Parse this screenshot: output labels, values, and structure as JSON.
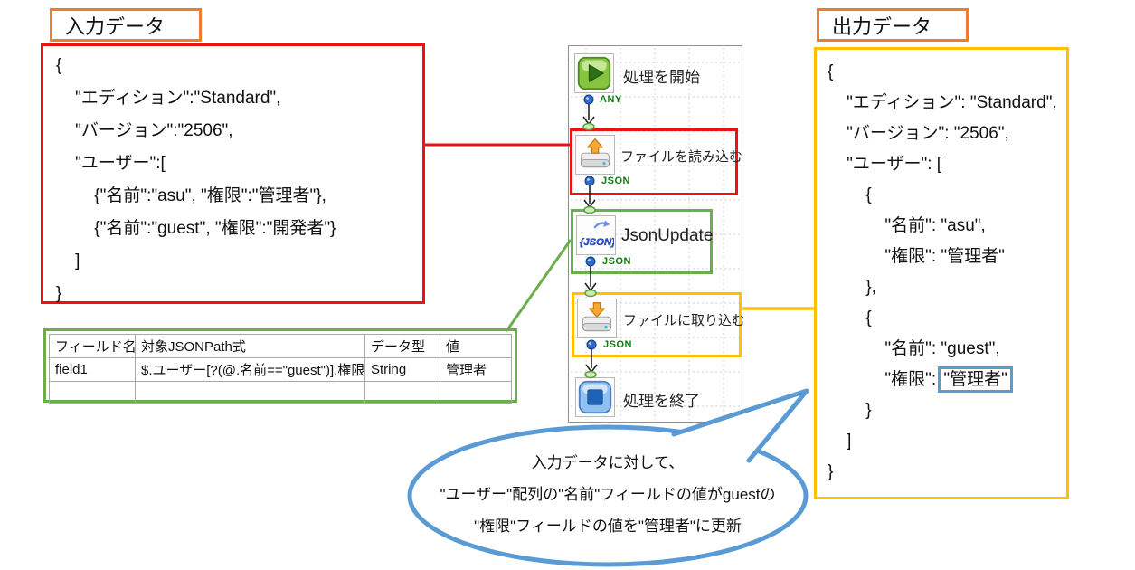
{
  "colors": {
    "red": "#ee1111",
    "green": "#6aaf4b",
    "yellow": "#ffc000",
    "orange": "#ed7d31",
    "blue": "#5b9bd5",
    "port_label_green": "#117a11"
  },
  "input_panel": {
    "label": "入力データ",
    "lines": [
      "{",
      "    \"エディション\":\"Standard\",",
      "    \"バージョン\":\"2506\",",
      "    \"ユーザー\":[",
      "        {\"名前\":\"asu\", \"権限\":\"管理者\"},",
      "        {\"名前\":\"guest\", \"権限\":\"開発者\"}",
      "    ]",
      "}"
    ]
  },
  "jsonpath_table": {
    "headers": [
      "フィールド名",
      "対象JSONPath式",
      "データ型",
      "値"
    ],
    "rows": [
      [
        "field1",
        "$.ユーザー[?(@.名前==\"guest\")].権限",
        "String",
        "管理者"
      ],
      [
        "",
        "",
        "",
        ""
      ]
    ]
  },
  "flow": {
    "nodes": [
      {
        "label": "処理を開始",
        "port": "ANY"
      },
      {
        "label": "ファイルを読み込む",
        "port": "JSON"
      },
      {
        "label": "JsonUpdate",
        "port": "JSON"
      },
      {
        "label": "ファイルに取り込む",
        "port": "JSON"
      },
      {
        "label": "処理を終了"
      }
    ],
    "json_icon_text": "{JSON}"
  },
  "output_panel": {
    "label": "出力データ",
    "lines_top": [
      "{",
      "    \"エディション\": \"Standard\",",
      "    \"バージョン\": \"2506\",",
      "    \"ユーザー\": [",
      "        {",
      "            \"名前\": \"asu\",",
      "            \"権限\": \"管理者\"",
      "        },",
      "        {",
      "            \"名前\": \"guest\","
    ],
    "highlight_prefix": "            \"権限\": ",
    "highlight_boxed": "\"管理者\"",
    "lines_bottom": [
      "        }",
      "    ]",
      "}"
    ]
  },
  "bubble": {
    "lines": [
      "入力データに対して、",
      "\"ユーザー\"配列の\"名前\"フィールドの値がguestの",
      "\"権限\"フィールドの値を\"管理者\"に更新"
    ]
  }
}
